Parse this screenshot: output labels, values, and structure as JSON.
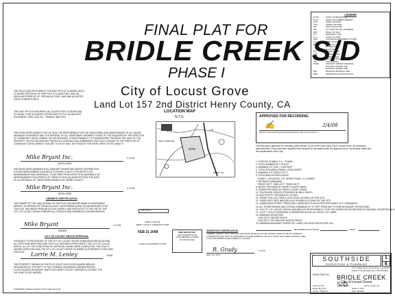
{
  "title": {
    "line1": "FINAL PLAT FOR",
    "line2": "BRIDLE CREEK S/D",
    "line3": "PHASE I",
    "city": "City of Locust Grove",
    "location": "Land Lot 157   2nd District   Henry County, CA"
  },
  "legend": {
    "heading": "LEGEND",
    "items": [
      {
        "abbr": "P.O.B.",
        "text": "POINT OF BEGINNING"
      },
      {
        "abbr": "P.O.C.",
        "text": "POINT OF COMMENCEMENT"
      },
      {
        "abbr": "OTP",
        "text": "OPEN TOP PIPE"
      },
      {
        "abbr": "CTP",
        "text": "CRIMP TOP PIPE"
      },
      {
        "abbr": "IPF",
        "text": "IRON PIN FOUND"
      },
      {
        "abbr": "IPS",
        "text": "1/2\" IRON PIN SET W/ REBAR"
      },
      {
        "abbr": "R/W",
        "text": "RIGHT OF WAY"
      },
      {
        "abbr": "P/L",
        "text": "PROPERTY LINE"
      },
      {
        "abbr": "L.L.L.",
        "text": "LAND LOT LINE"
      },
      {
        "abbr": "CMF",
        "text": "CONCRETE MONUMENT FOUND"
      },
      {
        "abbr": "FH",
        "text": "FIRE HYDRANT"
      },
      {
        "abbr": "B/C",
        "text": "BACK OF CURB"
      },
      {
        "abbr": "",
        "text": "POWER POLE"
      },
      {
        "abbr": "",
        "text": "LIGHT POLE"
      },
      {
        "abbr": "WV",
        "text": "WATER VALVE"
      },
      {
        "abbr": "WM",
        "text": "WATER METER"
      },
      {
        "abbr": "",
        "text": "POWER POLE"
      },
      {
        "abbr": "JB",
        "text": "JUNCTION BOX"
      },
      {
        "abbr": "CB",
        "text": "CATCH BASIN"
      },
      {
        "abbr": "SSMH",
        "text": "SANITARY SEWER MANHOLE"
      },
      {
        "abbr": "",
        "text": "EXISTING WATER LINE"
      },
      {
        "abbr": "",
        "text": "EXISTING SEWER LINE"
      },
      {
        "abbr": "BSL",
        "text": "BUILDING SETBACK LINE"
      },
      {
        "abbr": "MFE",
        "text": "MINIMUM FLOOR ELEVATION"
      }
    ]
  },
  "left_notes": {
    "field_data": "THE FIELD DATA UPON WHICH THIS MAP OR PLAT IS BASED HAS A CLOSURE PRECISION OF ONE FOOT IN 114,864 FEET, AND AN ANGULAR ERROR OF 00\" PER ANGLE POINT, AND WAS ADJUSTED USING COMPASS RULE.",
    "calculated": "THIS MAP OR PLAT HAS BEEN CALCULATED FOR CLOSURE AND IS FOUND TO BE ACCURATE WITHIN ONE FOOT IN 110,584 FEET. EQUIPMENT USED: SOK 213 - TRIMBLE 4800 GPS",
    "developer_agrees": "THE DEVELOPER AGREES THAT HE SHALL BE RESPONSIBLE FOR THE MONITORING AND MAINTENANCE OF ALL MAJOR DRAINAGE EASEMENTS AND THE REMOVAL OF ALL TEMPORARY SEDIMENT PONDS IF IT BE REQUIRED BY THE DIRECTOR OF COMMUNITY DEVELOPMENT OR HIS DESIGNEE, IF RESPONSIBILITY IS TRANSFERRED THROUGH THE SALE OF THE PROPERTY, NOTICE BE WORKED THROUGH A CONTRACTUAL AGREEMENT AND SUCH CHANGE TO THE DIRECTOR OF COMMUNITY DEVELOPMENT, FAILURE TO DO SO WILL NOT RELIEVE THE DEVELOPER OF HIS LIABILITY.",
    "developer_label": "DEVELOPER",
    "warrants": "THE DEVELOPER WARRANTS ALL SANITARY SEWER AND WATER DISTRIBUTION SYSTEM IMPROVEMENTS DONATED TO HENRY COUNTY FOR DEFECTS IN WORKMANSHIP AND MATERIALS, TO BE FREE FROM DEFECTS IN MATERIALS OR WORKMANSHIP FOR A PERIOD OF TWENTY-FOUR (24) MONTHS FROM THE DATE OF ACCEPTANCE OF THESE IMPROVEMENTS BY HENRY COUNTY.",
    "owners_heading": "OWNER'S CERTIFICATION",
    "owners_text": "THE OWNER OF THE LAND SHOWN ON THIS PLAT AND WHOSE NAME IS SUBSCRIBED HERETO, IN PERSON OR THROUGH A DULY AUTHORIZED AGENT, ACKNOWLEDGES THAT THIS PLAT WAS MADE FROM AN ACTUAL SURVEY, AND DEDICATES TO THE USE OF THE CITY OF LOCUST GROVE FOREVER ALL STREETS AND EASEMENTS SHOWN HEREON.",
    "owner_label": "OWNER",
    "approval_heading": "CITY OF LOCUST GROVE APPROVAL",
    "approval_text": "PURSUANT TO PROVISIONS OF THE CITY OF LOCUST GROVE SUBDIVISION REGULATIONS, ALL FEES HAVE BEEN PAID AND THIS PLAT HAS BEEN APPROVED BY THE CITY OF LOCUST GROVE. ALL OF THE CONDITIONS OF APPROVAL HAVING BEEN COMPLETED, THIS PLAT IS HEREBY APPROVED AND THE CITY OF LOCUST GROVE IS HEREBY AUTHORIZED TO RECORD THIS PLAT.",
    "flood_text": "THE PROPERTY SHOWN ON THIS PLAT IS NOT IN A FLOOD HAZARD AREA AS DESIGNATED BY THE DEPT. OF HUD FEDERAL INSURANCE ADMINISTRATION FLOOD HAZARD BOUNDARY MAPS FOR HENRY COUNTY. HEREON IS OUTSIDE THE 100 YEAR FLOOD HAZARD.",
    "community_panel": "COMMUNITY PANEL #13151C 0270C   Dated 05-16-06",
    "sig_developer": "Mike Bryant Inc.",
    "sig_developer2": "Mike Bryant Inc.",
    "sig_owner": "Mike Bryant",
    "sig_mayor": "Lorrie M. Lenley",
    "date1": "1-27-08",
    "date2": "1-27-08",
    "date3": "1-27-08",
    "date4": "2/4/08"
  },
  "location_map": {
    "title": "LOCATION MAP",
    "subtitle": "N.T.S.",
    "labels": [
      "SITE",
      "I-75",
      "KELLYTOWN RD",
      "HENRY CO."
    ]
  },
  "approved": {
    "heading": "APPROVED FOR RECORDING",
    "signer": "Director, Community Development Department, City of Locust Grove",
    "date": "2/4/08",
    "body": "This final plat is approved for recording under section 16.24 of the Code of the City of Locust Grove. All necessary improvements, if any have been inspected and accepted in accordance with the approved set of construction plans and the requirements of the City."
  },
  "notes": [
    "1. EXISTING ZONING: R-3    PHASE I",
    "2. TOTAL NUMBER OF LOTS=32",
    "3. MINIMUM LOT SIZE = 3,499 SQFT",
    "4. TOTAL SITE AREA=PHASE I=9.926 ACRES",
    "5. MINIMUM LOT WIDTH=70 FT",
    "6. TOTAL AREA IN OPEN SPACE",
    "   PHASE I: 4.06 ACRES  LOT SPACE PHASE I: 2.1 ACRES",
    "7. SETBACKS (MINIMUM):",
    "   FRONT=30 FT  SIDE=10 FT  REAR=30 FT",
    "8. WATER PROVIDED BY HENRY COUNTY W&SA",
    "9. SEWER PROVIDED BY HENRY COUNTY W&SA",
    "10. TELEPHONE SERVICE PROVIDED BY BELL SOUTH",
    "11. ELECTRICITY PROVIDED BY CS EMC",
    "12. THERE IS NO 100 YEAR FLOOD ZONE LOCATED ON THIS SITE.",
    "13. THERE ARE STATE WATERS ALSO SHOWN AS FOUND ON THIS SITE.",
    "14. SUBDIVISION STREET TREES AND LANDSCAPE PLAN AS PER APPLICABLE CITY ORDINANCE.",
    "15. ALL STORM DRAINS MAY EXTEND A MINIMUM OF 20 FEET FROM ANY FUTURE BOUNDARY OR BUILDING.",
    "16. THE CITY OF LOCUST GROVE ASSUMES NO RESPONSIBILITY FOR THE OVERFLOW OR EROSION OF NATURAL OR ARTIFICIAL DRAINS.",
    "17. A 10 FT. UTILITY EASEMENT IS RESERVED ALONG ALL FRONT LOT LINES.",
    "18. MINIMUM HOUSE SIZE:",
    "   1,800 SQ FT HEATED SPACE",
    "   2,000 SQ FT OR GREATER HEATED SPACE",
    "19. MINIMUM BOUNDARY SURVEY BY: LANNY SELLERS SURVEYORS, INC."
  ],
  "stamp": {
    "filed": "FILED IN OFFICE",
    "county": "HENRY COUNTY SUPERIOR COURT",
    "date": "FEB 21 2008",
    "plat_book": "PB 47 PG 1",
    "clerk": "CLERK OF SUPERIOR COURT"
  },
  "owner_box": {
    "company": "MIKE BRYANT INC.",
    "lines": "1403 FAIRVIEW ROAD STOCKBRIDGE GA 30281 PH: 678-469-3111"
  },
  "surveyor": {
    "heading": "SURVEYOR'S CERTIFICATION",
    "text": "I HEREBY CERTIFY THAT THIS PLAT WAS MADE FROM AN ACTUAL SURVEY MADE BY ME OR UNDER MY SUPERVISION AND THAT ALL MONUMENTS SHOWN HEREON ACTUALLY EXIST AND THEIR LOCATION, SIZE, TYPE AND MATERIAL ARE CORRECTLY SHOWN.",
    "signed": "R. Grady",
    "reg": "REG. NO. 2674",
    "date": "1-27-08"
  },
  "recorded": {
    "label": "RECORDED IN PLAT BOOK",
    "page_label": "PAGE"
  },
  "titleblock": {
    "company": "SOUTHSIDE",
    "sub": "SURVEYING & PLANNING",
    "address": "171 N. Main Street Locust Grove, GA 30248",
    "phone": "Phone (770) 216-9991  Fax (770) 216-0901",
    "sheet": "1",
    "sheet_of": "6",
    "final_for": "Final Plat For",
    "name": "BRIDLE CREEK S/D",
    "city": "City of Locust Grove",
    "land_lot": "Land Lot 157",
    "district": "2nd District",
    "county": "Henry County, GA",
    "drawn": "Drawn By: RYS",
    "scale": "Scale: 1\"=100'",
    "job": "Job No: 250041-F",
    "date": "Date: 08/18/07"
  }
}
